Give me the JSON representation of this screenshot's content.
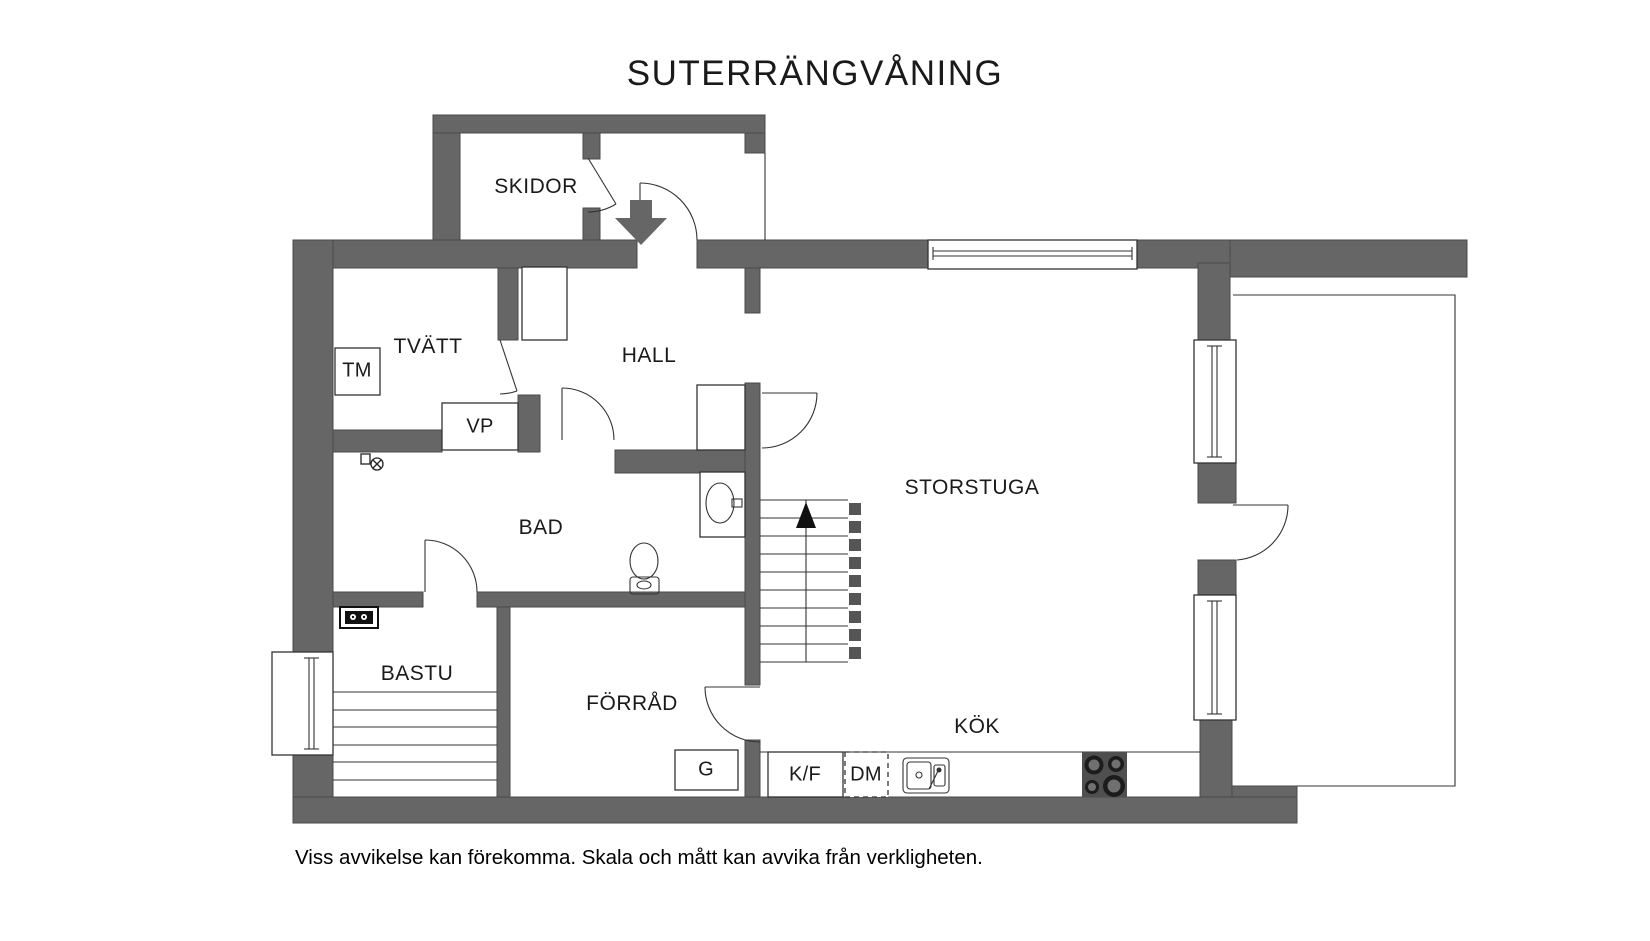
{
  "colors": {
    "wall": "#666666",
    "line": "#333333",
    "dark": "#1c1c1c",
    "background": "#ffffff",
    "text": "#1a1a1a"
  },
  "header": {
    "title": "SUTERRÄNGVÅNING"
  },
  "footer": {
    "disclaimer": "Viss avvikelse kan förekomma. Skala och mått kan avvika från verkligheten."
  },
  "rooms": [
    {
      "id": "skidor",
      "label": "SKIDOR"
    },
    {
      "id": "tvatt",
      "label": "TVÄTT"
    },
    {
      "id": "hall",
      "label": "HALL"
    },
    {
      "id": "bad",
      "label": "BAD"
    },
    {
      "id": "storstuga",
      "label": "STORSTUGA"
    },
    {
      "id": "bastu",
      "label": "BASTU"
    },
    {
      "id": "forrad",
      "label": "FÖRRÅD"
    },
    {
      "id": "kok",
      "label": "KÖK"
    }
  ],
  "fixtures": [
    {
      "id": "tm",
      "label": "TM"
    },
    {
      "id": "vp",
      "label": "VP"
    },
    {
      "id": "g",
      "label": "G"
    },
    {
      "id": "kf",
      "label": "K/F"
    },
    {
      "id": "dm",
      "label": "DM"
    }
  ]
}
